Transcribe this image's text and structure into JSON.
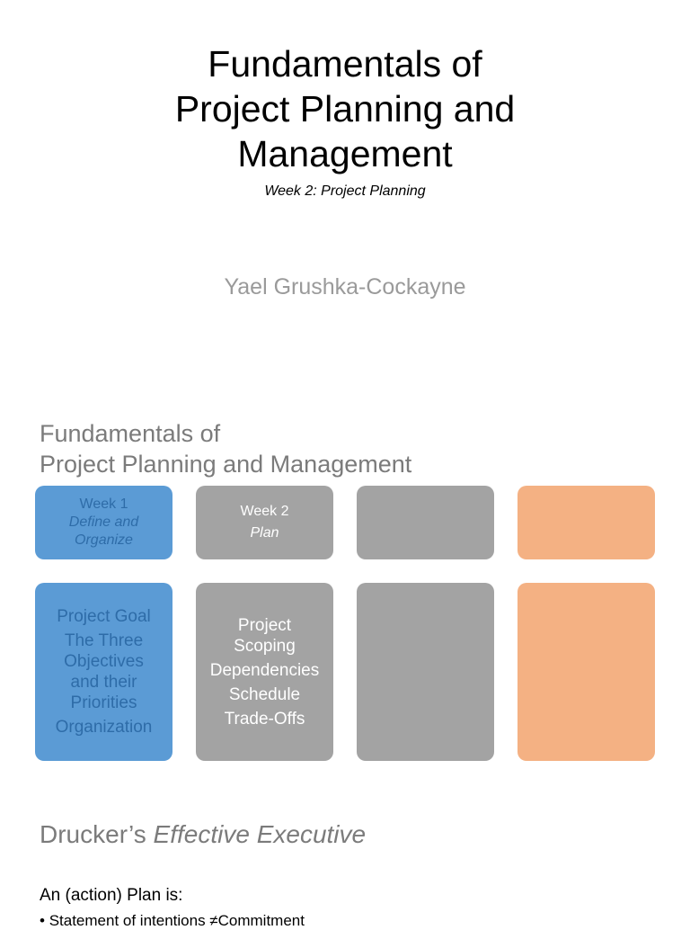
{
  "slide1": {
    "title_lines": [
      "Fundamentals of",
      "Project Planning and",
      "Management"
    ],
    "subtitle": "Week 2: Project Planning",
    "author": "Yael Grushka-Cockayne"
  },
  "slide2": {
    "heading_lines": [
      "Fundamentals of",
      "Project Planning and Management"
    ],
    "weeks": [
      {
        "label": "Week 1",
        "sub": "Define and Organize",
        "color": "#5b9bd5"
      },
      {
        "label": "Week 2",
        "sub": "Plan",
        "color": "#a3a3a3"
      },
      {
        "label": "",
        "sub": "",
        "color": "#a3a3a3"
      },
      {
        "label": "",
        "sub": "",
        "color": "#f4b183"
      }
    ],
    "columns": [
      {
        "items": [
          "Project Goal",
          "The Three Objectives and their Priorities",
          "Organization"
        ]
      },
      {
        "items": [
          "Project Scoping",
          "Dependencies",
          "Schedule",
          "Trade-Offs"
        ]
      },
      {
        "items": []
      },
      {
        "items": []
      }
    ]
  },
  "slide3": {
    "heading_prefix": "Drucker’s ",
    "heading_italic": "Effective Executive",
    "action_plan": "An (action) Plan is:",
    "bullet": "Statement of intentions ≠Commitment"
  }
}
